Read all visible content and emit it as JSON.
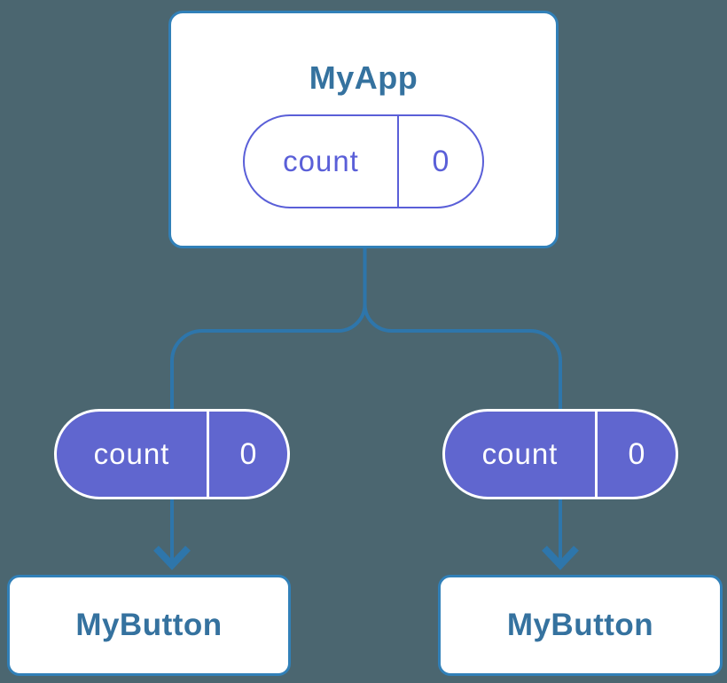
{
  "diagram": {
    "type": "component-state-tree",
    "root": {
      "title": "MyApp",
      "state": {
        "name": "count",
        "value": "0",
        "style": "outline"
      }
    },
    "children": [
      {
        "title": "MyButton",
        "state": {
          "name": "count",
          "value": "0",
          "style": "filled"
        }
      },
      {
        "title": "MyButton",
        "state": {
          "name": "count",
          "value": "0",
          "style": "filled"
        }
      }
    ],
    "edges": [
      {
        "from": "MyApp",
        "to": "left MyButton",
        "kind": "branch-with-arrow"
      },
      {
        "from": "MyApp",
        "to": "right MyButton",
        "kind": "branch-with-arrow"
      }
    ],
    "colors": {
      "background": "#4B6670",
      "node_background": "#FFFFFF",
      "node_border": "#3180B8",
      "node_text": "#35729F",
      "connector": "#2E76AB",
      "state_pill_fill": "#6066CF",
      "state_pill_outline": "#5A5FD8",
      "state_pill_text_light": "#FFFFFF"
    }
  }
}
